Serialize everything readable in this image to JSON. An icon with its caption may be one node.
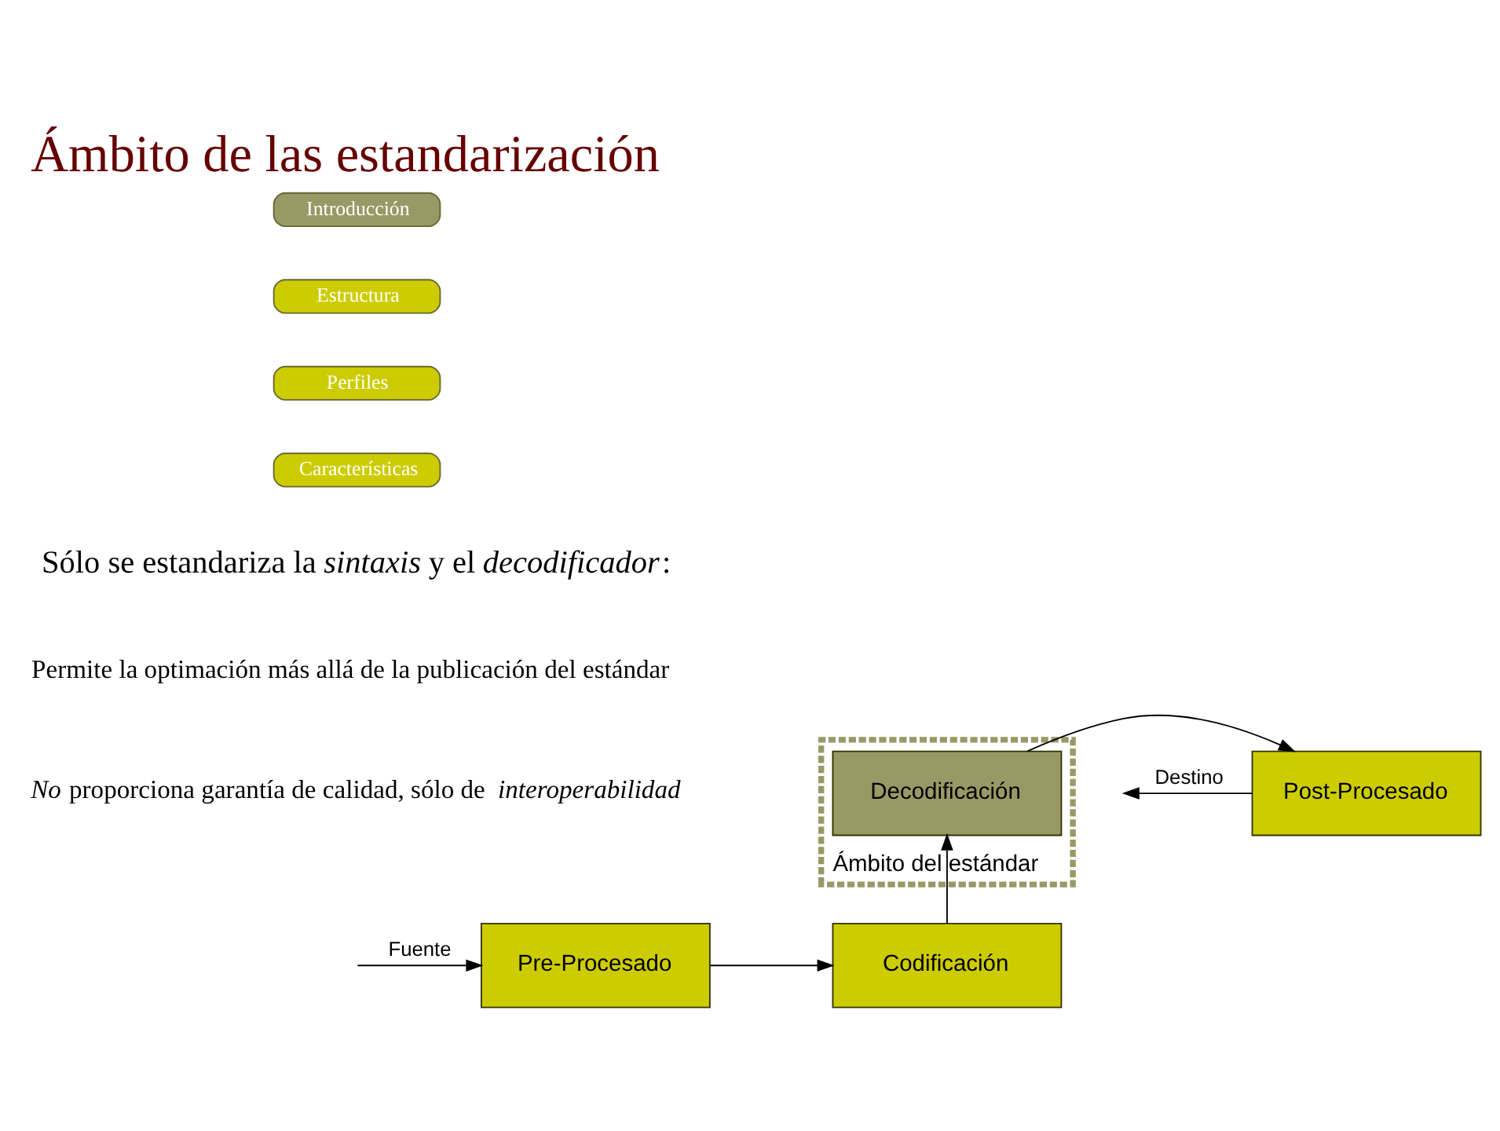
{
  "diagram": {
    "title": "Ámbito de las estandarización",
    "nodes": [
      {
        "text": [
          "Introducción"
        ]
      },
      {
        "text": [
          "Estructura"
        ]
      },
      {
        "text": [
          "Perfiles"
        ]
      },
      {
        "text": [
          "Características"
        ]
      },
      {
        "text": [
          "Pre-Procesado"
        ]
      },
      {
        "text": [
          "Codificación"
        ]
      },
      {
        "text": [
          "Ámbito del estándar"
        ]
      },
      {
        "text": [
          "Decodificación"
        ],
        "in": 6
      },
      {
        "text": [
          "Post-Procesado"
        ]
      }
    ],
    "edges": [
      {
        "from": null,
        "to": 4,
        "arrow": "to",
        "label": "Fuente"
      },
      {
        "from": 4,
        "to": 5,
        "arrow": "to"
      },
      {
        "from": 5,
        "to": 7,
        "arrow": "to"
      },
      {
        "from": 7,
        "to": 8,
        "arrow": "to"
      },
      {
        "from": 8,
        "to": null,
        "arrow": "to",
        "label": "Destino"
      }
    ],
    "labels": [
      "Sólo se estandariza la *sintaxis* y el *decodificador*:",
      "Permite la optimación más allá de la publicación del estándar",
      "*No* proporciona garantía de calidad, sólo de *interoperabilidad*"
    ]
  }
}
